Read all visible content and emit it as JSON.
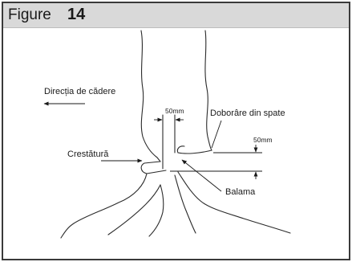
{
  "header": {
    "figure_word": "Figure",
    "figure_number": "14"
  },
  "labels": {
    "fall_direction": "Direcția de cădere",
    "back_cut": "Doborâre din spate",
    "notch": "Crestătură",
    "hinge": "Balama",
    "dim_horizontal": "50mm",
    "dim_vertical": "50mm"
  }
}
